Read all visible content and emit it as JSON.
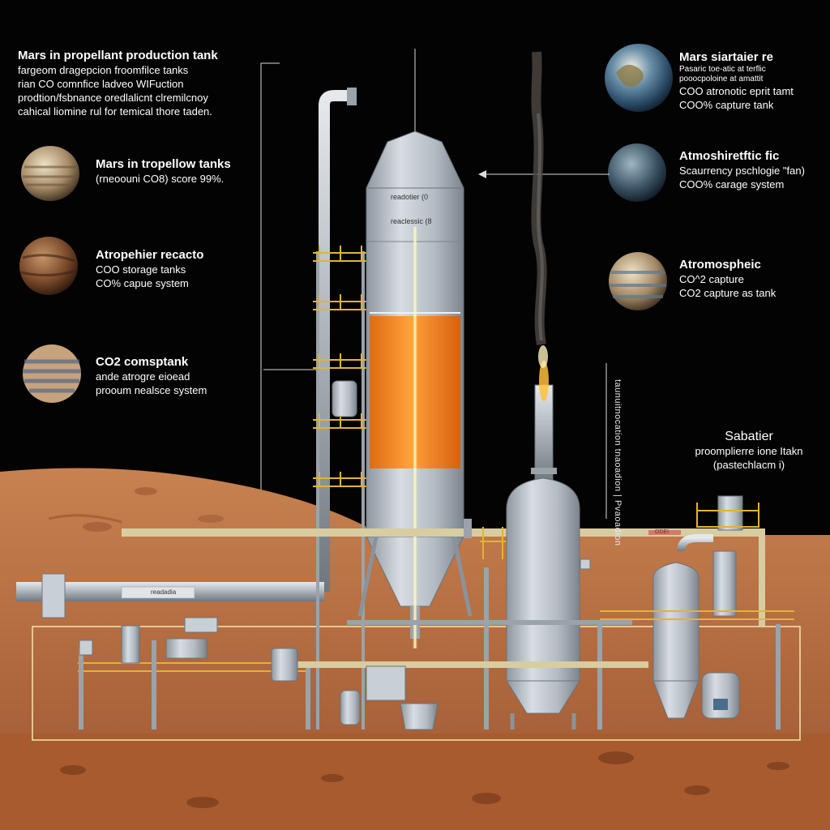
{
  "header": {
    "title": "Mars in propellant production tank",
    "lines": [
      "fargeom dragepcion froomfilce tanks",
      "rian CO comnfice ladveo WIFuction",
      "prodtion/fsbnance oredlalicnt clremilcnoy",
      "cahical liomine rul for temical thore taden."
    ]
  },
  "left_callouts": [
    {
      "title": "Mars in tropellow tanks",
      "lines": [
        "(rneoouni CO8) score 99%."
      ]
    },
    {
      "title": "Atropehier recacto",
      "lines": [
        "COO storage tanks",
        "CO% capue system"
      ]
    },
    {
      "title": "CO2 comsptank",
      "lines": [
        "ande atrogre eioead",
        "prooum nealsce system"
      ]
    }
  ],
  "right_callouts": [
    {
      "title": "Mars siartaier re",
      "lines": [
        "Pasaric toe-atic at terflic",
        "pooocpoloine at amattit",
        "COO atronotic eprit tamt",
        "COO% capture tank"
      ]
    },
    {
      "title": "Atmoshiretftic fic",
      "lines": [
        "Scaurrency pschlogie \"fan)",
        "COO% carage system"
      ]
    },
    {
      "title": "Atromospheic",
      "lines": [
        "CO^2 capture",
        "CO2 capture as tank"
      ]
    }
  ],
  "sabatier": {
    "title": "Sabatier",
    "lines": [
      "proomplierre ione Itakn",
      "(pastechlacm i)"
    ]
  },
  "vertical_label": "taunuitnocation tnaoadion | Pvaoadion",
  "reactor_tags": [
    "readotier (0",
    "reaclessic (8"
  ],
  "pipe_tag": "readadia",
  "pipe_marking": "ODEI",
  "colors": {
    "background": "#030303",
    "mars_ground": "#b26a3c",
    "tank_steel": "#b9c1c8",
    "propellant": "#f7861f",
    "railing": "#e0b530",
    "text": "#ffffff"
  },
  "planets": [
    "earth-like",
    "venus-like",
    "mars-like",
    "jupiter-like",
    "earth-like-dark",
    "neptune-like-striped"
  ]
}
